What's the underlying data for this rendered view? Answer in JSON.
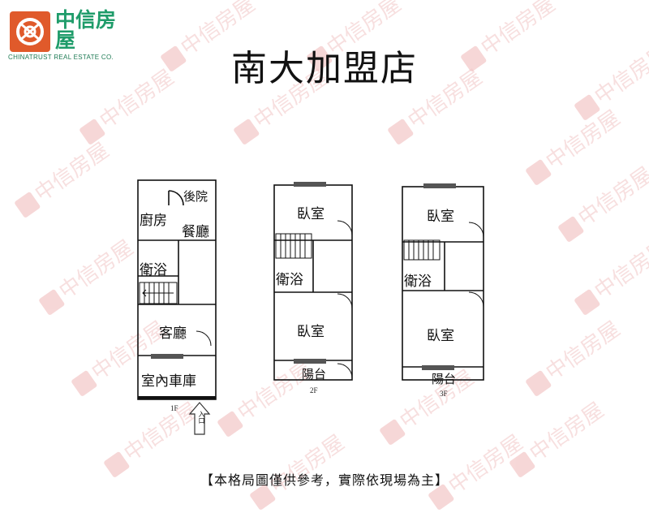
{
  "logo": {
    "name": "中信房屋",
    "english": "CHINATRUST REAL ESTATE CO.",
    "brand_color": "#e05a2b",
    "text_color": "#1f9c6a"
  },
  "title": "南大加盟店",
  "floors": [
    {
      "label": "1F",
      "rooms": [
        "後院",
        "廚房",
        "餐廳",
        "衛浴",
        "客廳",
        "室內車庫"
      ],
      "entry_label": "入口"
    },
    {
      "label": "2F",
      "rooms": [
        "臥室",
        "衛浴",
        "臥室",
        "陽台"
      ]
    },
    {
      "label": "3F",
      "rooms": [
        "臥室",
        "衛浴",
        "臥室",
        "陽台"
      ]
    }
  ],
  "caption": "【本格局圖僅供參考，實際依現場為主】",
  "watermark_text": "中信房屋"
}
